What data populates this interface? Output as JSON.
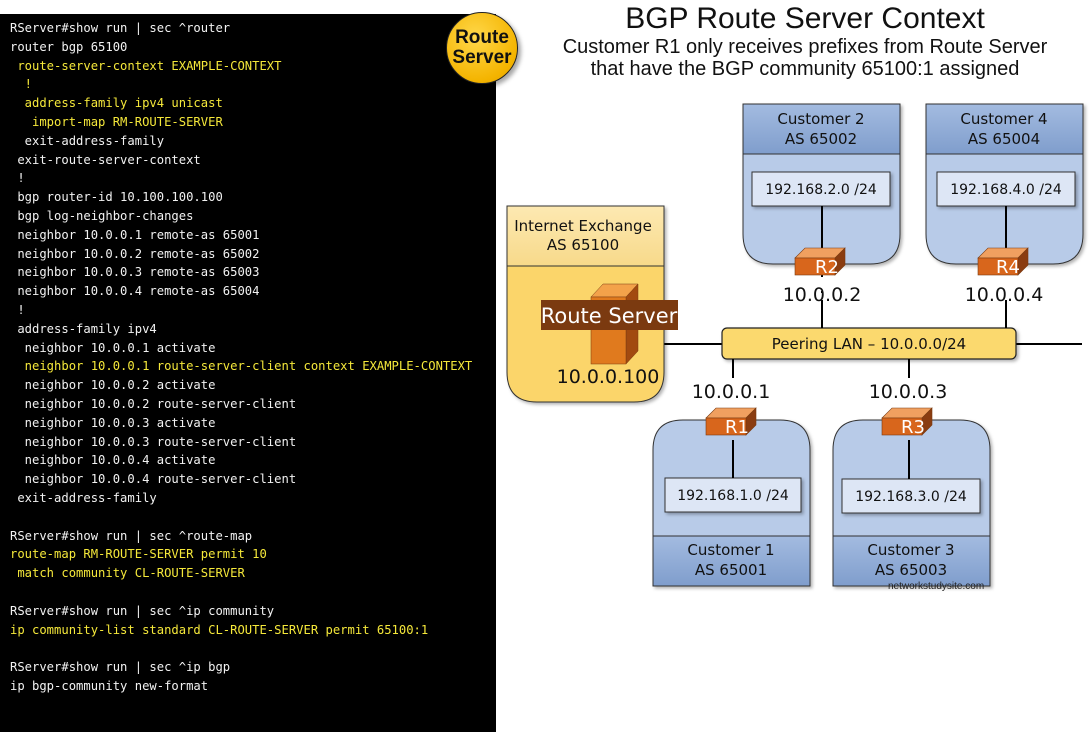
{
  "terminal": {
    "lines": [
      {
        "text": "RServer#show run | sec ^router",
        "highlight": false
      },
      {
        "text": "router bgp 65100",
        "highlight": false
      },
      {
        "text": " route-server-context EXAMPLE-CONTEXT",
        "highlight": true
      },
      {
        "text": "  !",
        "highlight": true
      },
      {
        "text": "  address-family ipv4 unicast",
        "highlight": true
      },
      {
        "text": "   import-map RM-ROUTE-SERVER",
        "highlight": true
      },
      {
        "text": "  exit-address-family",
        "highlight": false
      },
      {
        "text": " exit-route-server-context",
        "highlight": false
      },
      {
        "text": " !",
        "highlight": false
      },
      {
        "text": " bgp router-id 10.100.100.100",
        "highlight": false
      },
      {
        "text": " bgp log-neighbor-changes",
        "highlight": false
      },
      {
        "text": " neighbor 10.0.0.1 remote-as 65001",
        "highlight": false
      },
      {
        "text": " neighbor 10.0.0.2 remote-as 65002",
        "highlight": false
      },
      {
        "text": " neighbor 10.0.0.3 remote-as 65003",
        "highlight": false
      },
      {
        "text": " neighbor 10.0.0.4 remote-as 65004",
        "highlight": false
      },
      {
        "text": " !",
        "highlight": false
      },
      {
        "text": " address-family ipv4",
        "highlight": false
      },
      {
        "text": "  neighbor 10.0.0.1 activate",
        "highlight": false
      },
      {
        "text": "  neighbor 10.0.0.1 route-server-client context EXAMPLE-CONTEXT",
        "highlight": true
      },
      {
        "text": "  neighbor 10.0.0.2 activate",
        "highlight": false
      },
      {
        "text": "  neighbor 10.0.0.2 route-server-client",
        "highlight": false
      },
      {
        "text": "  neighbor 10.0.0.3 activate",
        "highlight": false
      },
      {
        "text": "  neighbor 10.0.0.3 route-server-client",
        "highlight": false
      },
      {
        "text": "  neighbor 10.0.0.4 activate",
        "highlight": false
      },
      {
        "text": "  neighbor 10.0.0.4 route-server-client",
        "highlight": false
      },
      {
        "text": " exit-address-family",
        "highlight": false
      },
      {
        "text": "",
        "highlight": false
      },
      {
        "text": "RServer#show run | sec ^route-map",
        "highlight": false
      },
      {
        "text": "route-map RM-ROUTE-SERVER permit 10",
        "highlight": true
      },
      {
        "text": " match community CL-ROUTE-SERVER",
        "highlight": true
      },
      {
        "text": "",
        "highlight": false
      },
      {
        "text": "RServer#show run | sec ^ip community",
        "highlight": false
      },
      {
        "text": "ip community-list standard CL-ROUTE-SERVER permit 65100:1",
        "highlight": true
      },
      {
        "text": "",
        "highlight": false
      },
      {
        "text": "RServer#show run | sec ^ip bgp",
        "highlight": false
      },
      {
        "text": "ip bgp-community new-format",
        "highlight": false
      }
    ]
  },
  "badge": {
    "line1": "Route",
    "line2": "Server"
  },
  "header": {
    "title": "BGP Route Server Context",
    "subtitle_line1": "Customer R1 only receives prefixes from Route Server",
    "subtitle_line2": "that have the BGP community 65100:1 assigned"
  },
  "ixp": {
    "name": "Internet Exchange",
    "as": "AS 65100",
    "server_label": "Route Server",
    "server_ip": "10.0.0.100"
  },
  "peering_lan": {
    "label": "Peering LAN – 10.0.0.0/24"
  },
  "customers": [
    {
      "id": "c1",
      "name": "Customer 1",
      "as": "AS 65001",
      "prefix": "192.168.1.0 /24",
      "router": "R1",
      "ip": "10.0.0.1"
    },
    {
      "id": "c2",
      "name": "Customer 2",
      "as": "AS 65002",
      "prefix": "192.168.2.0 /24",
      "router": "R2",
      "ip": "10.0.0.2"
    },
    {
      "id": "c3",
      "name": "Customer 3",
      "as": "AS 65003",
      "prefix": "192.168.3.0 /24",
      "router": "R3",
      "ip": "10.0.0.3"
    },
    {
      "id": "c4",
      "name": "Customer 4",
      "as": "AS 65004",
      "prefix": "192.168.4.0 /24",
      "router": "R4",
      "ip": "10.0.0.4"
    }
  ],
  "colors": {
    "highlight_text": "#f5e83a",
    "customer_body": "#b8cbe8",
    "customer_header": "#8eaad6",
    "ixp_body": "#fbd56a",
    "ixp_header": "#fbe2a0",
    "router": "#d8661c",
    "server_label_bg": "#7b3a10"
  },
  "watermark": "networkstudysite.com"
}
